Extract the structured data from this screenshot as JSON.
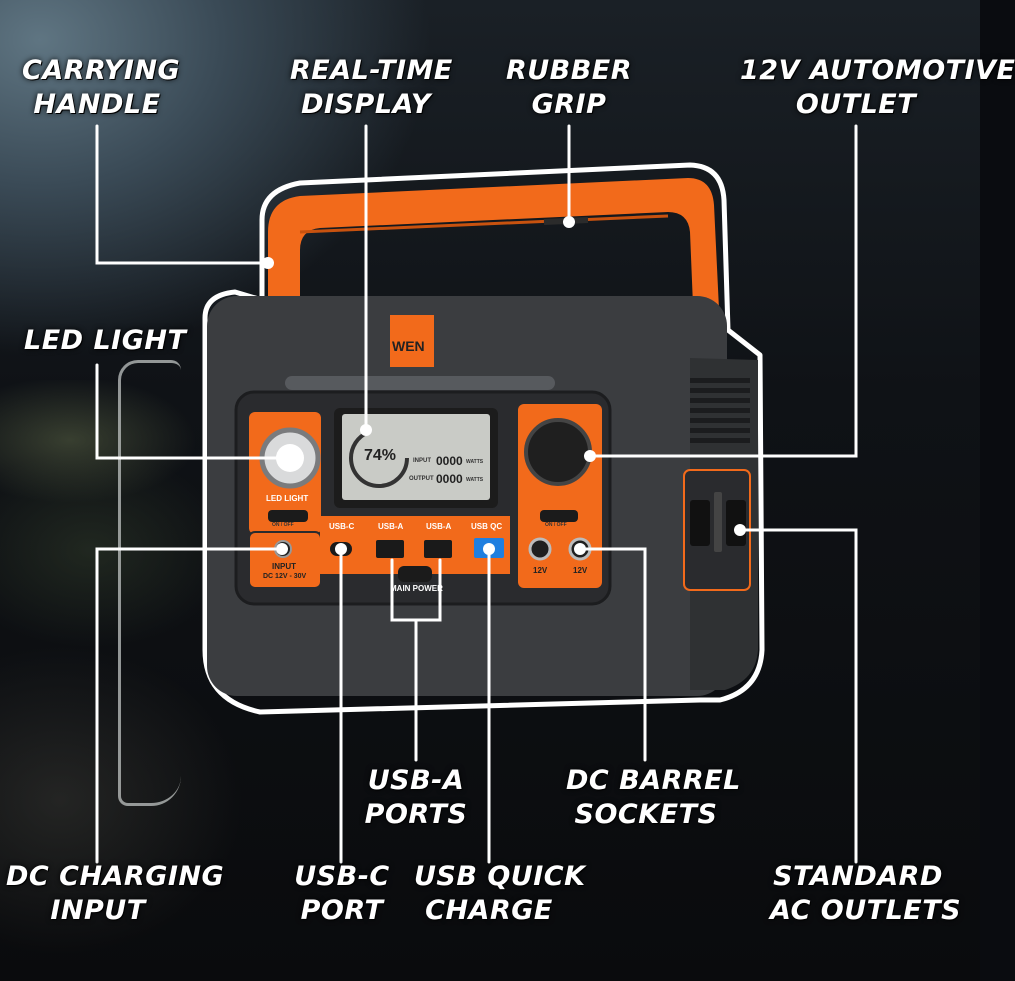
{
  "labels": {
    "carrying_handle": [
      "CARRYING",
      "HANDLE"
    ],
    "real_time_display": [
      "REAL-TIME",
      "DISPLAY"
    ],
    "rubber_grip": [
      "RUBBER",
      "GRIP"
    ],
    "automotive_outlet": [
      "12V AUTOMOTIVE",
      "OUTLET"
    ],
    "led_light": [
      "LED LIGHT"
    ],
    "usb_a_ports": [
      "USB-A",
      "PORTS"
    ],
    "dc_barrel_sockets": [
      "DC BARREL",
      "SOCKETS"
    ],
    "dc_charging_input": [
      "DC CHARGING",
      "INPUT"
    ],
    "usb_c_port": [
      "USB-C",
      "PORT"
    ],
    "usb_quick_charge": [
      "USB QUICK",
      "CHARGE"
    ],
    "standard_ac_outlets": [
      "STANDARD",
      "AC OUTLETS"
    ]
  },
  "product": {
    "brand": "WEN",
    "display_percent": "74%",
    "display_input": "INPUT",
    "display_output": "OUTPUT",
    "display_watts": "0000",
    "display_unit": "WATTS",
    "led_light_label": "LED LIGHT",
    "led_switch": "ON / OFF",
    "input_label": "INPUT",
    "input_range": "DC 12V - 30V",
    "port_usb_c": "USB-C",
    "port_usb_a_1": "USB-A",
    "port_usb_a_2": "USB-A",
    "port_usb_qc": "USB QC",
    "main_power": "MAIN POWER",
    "dc_switch": "ON / OFF",
    "dc_12v_1": "12V",
    "dc_12v_2": "12V"
  },
  "colors": {
    "accent": "#f26a1b",
    "body": "#3b3d40",
    "panel": "#2a2b2e"
  }
}
